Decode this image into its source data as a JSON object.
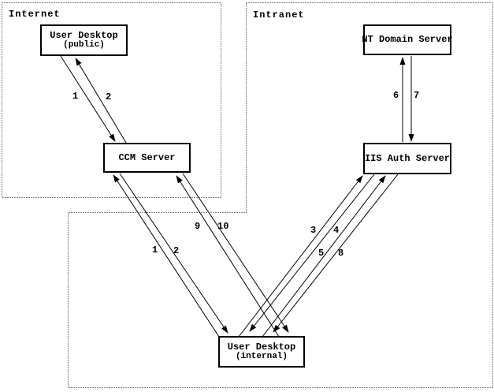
{
  "diagram": {
    "regions": [
      {
        "id": "internet",
        "label": "Internet"
      },
      {
        "id": "intranet",
        "label": "Intranet"
      }
    ],
    "nodes": [
      {
        "id": "user-desktop-public",
        "title": "User Desktop",
        "subtitle": "(public)",
        "region": "internet"
      },
      {
        "id": "ccm-server",
        "title": "CCM Server",
        "region": "internet"
      },
      {
        "id": "nt-domain-server",
        "title": "NT Domain Server",
        "region": "intranet"
      },
      {
        "id": "iis-auth-server",
        "title": "IIS Auth Server",
        "region": "intranet"
      },
      {
        "id": "user-desktop-internal",
        "title": "User Desktop",
        "subtitle": "(internal)",
        "region": "intranet"
      }
    ],
    "edges": [
      {
        "label": "1",
        "from": "user-desktop-public",
        "to": "ccm-server"
      },
      {
        "label": "2",
        "from": "ccm-server",
        "to": "user-desktop-public"
      },
      {
        "label": "6",
        "from": "iis-auth-server",
        "to": "nt-domain-server"
      },
      {
        "label": "7",
        "from": "nt-domain-server",
        "to": "iis-auth-server"
      },
      {
        "label": "9",
        "from": "user-desktop-internal",
        "to": "ccm-server"
      },
      {
        "label": "10",
        "from": "ccm-server",
        "to": "user-desktop-internal"
      },
      {
        "label": "1",
        "from": "user-desktop-internal",
        "to": "ccm-server"
      },
      {
        "label": "2",
        "from": "ccm-server",
        "to": "user-desktop-internal"
      },
      {
        "label": "3",
        "from": "user-desktop-internal",
        "to": "iis-auth-server"
      },
      {
        "label": "4",
        "from": "iis-auth-server",
        "to": "user-desktop-internal"
      },
      {
        "label": "5",
        "from": "user-desktop-internal",
        "to": "iis-auth-server"
      },
      {
        "label": "8",
        "from": "iis-auth-server",
        "to": "user-desktop-internal"
      }
    ],
    "colors": {
      "line": "#000000",
      "background": "#ffffff"
    }
  }
}
